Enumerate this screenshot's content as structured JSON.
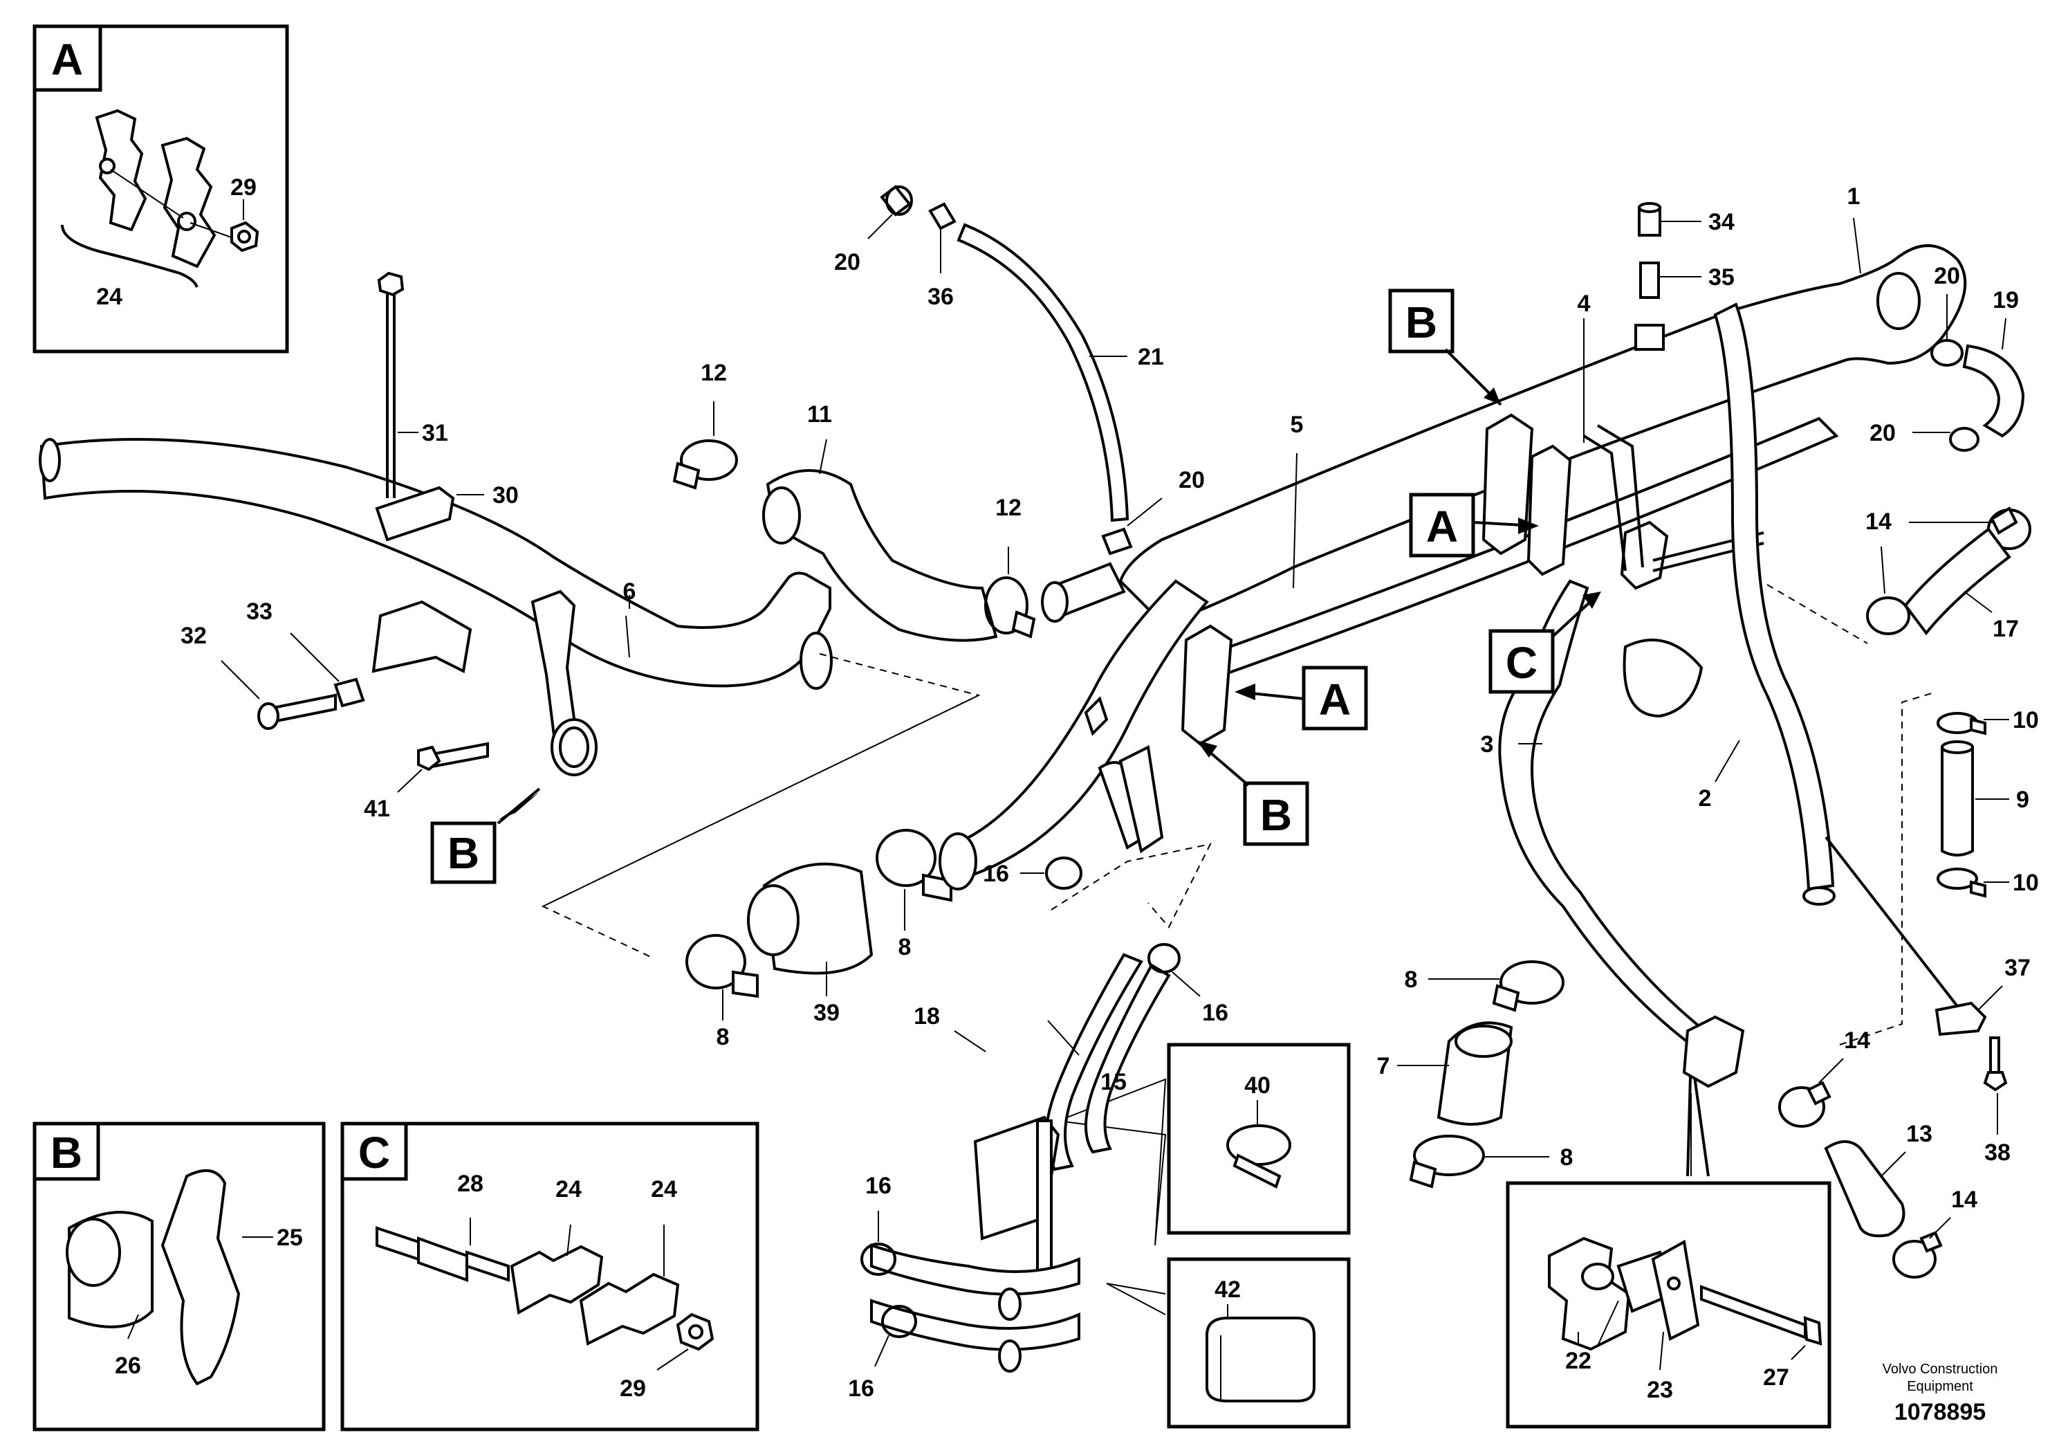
{
  "brand": {
    "name_line1": "Volvo Construction",
    "name_line2": "Equipment",
    "doc_number": "1078895"
  },
  "callouts": [
    "A",
    "B",
    "C"
  ],
  "part_labels": {
    "p1": "1",
    "p2": "2",
    "p3": "3",
    "p4": "4",
    "p5": "5",
    "p6": "6",
    "p7": "7",
    "p8": "8",
    "p9": "9",
    "p10": "10",
    "p11": "11",
    "p12": "12",
    "p13": "13",
    "p14": "14",
    "p15": "15",
    "p16": "16",
    "p17": "17",
    "p18": "18",
    "p19": "19",
    "p20": "20",
    "p21": "21",
    "p22": "22",
    "p23": "23",
    "p24": "24",
    "p25": "25",
    "p26": "26",
    "p27": "27",
    "p28": "28",
    "p29": "29",
    "p30": "30",
    "p31": "31",
    "p32": "32",
    "p33": "33",
    "p34": "34",
    "p35": "35",
    "p36": "36",
    "p37": "37",
    "p38": "38",
    "p39": "39",
    "p40": "40",
    "p41": "41",
    "p42": "42"
  }
}
